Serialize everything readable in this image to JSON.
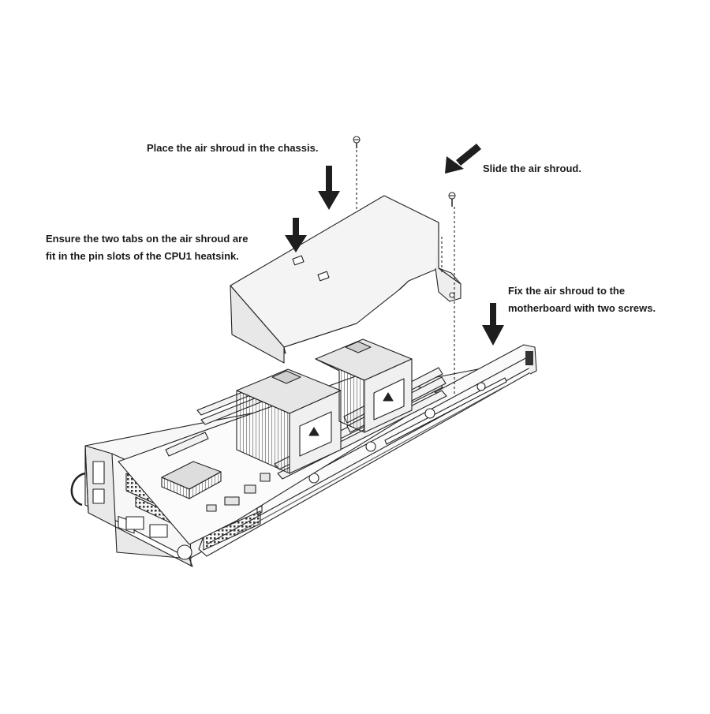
{
  "callouts": {
    "place": [
      "Place the air shroud in the chassis."
    ],
    "slide": [
      "Slide the air shroud."
    ],
    "ensure": [
      "Ensure the two tabs on the air shroud are",
      "fit in the pin slots of the CPU1 heatsink."
    ],
    "fix": [
      "Fix the air shroud to the",
      "motherboard with two screws."
    ]
  },
  "colors": {
    "line": "#222222",
    "arrow": "#1e1e1e",
    "fill_light": "#f4f4f4",
    "fill_mid": "#d9d9d9",
    "fill_dark": "#9a9a9a"
  },
  "icons": [
    "down-arrow-icon",
    "diagonal-arrow-icon",
    "screw-icon"
  ]
}
